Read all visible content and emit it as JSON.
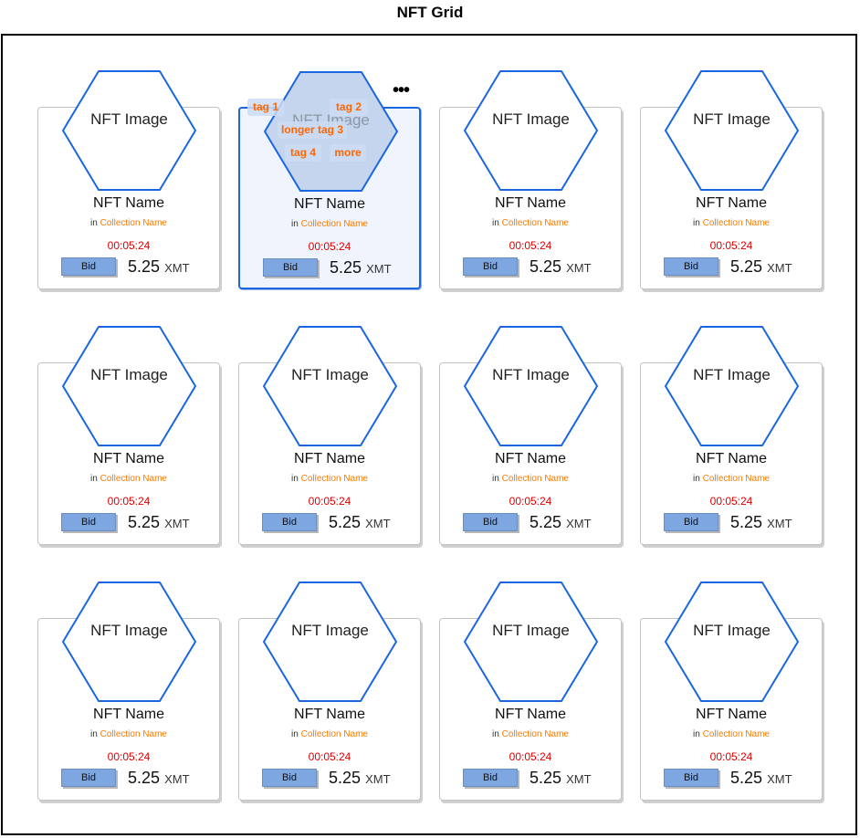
{
  "page": {
    "title": "NFT Grid"
  },
  "hover": {
    "tags": [
      "tag 1",
      "tag 2",
      "longer tag 3",
      "tag 4",
      "more"
    ],
    "more_icon": "•••"
  },
  "colors": {
    "hex_stroke": "#1a66e0",
    "hex_fill_active": "#c5d5ee",
    "collection": "#ff7a00",
    "timer": "#e00000",
    "bid_button": "#7ea6e0"
  },
  "cards": [
    {
      "image_label": "NFT Image",
      "name": "NFT Name",
      "in_label": "in",
      "collection": "Collection Name",
      "timer": "00:05:24",
      "bid_label": "Bid",
      "price": "5.25",
      "currency": "XMT"
    },
    {
      "image_label": "NFT Image",
      "name": "NFT Name",
      "in_label": "in",
      "collection": "Collection Name",
      "timer": "00:05:24",
      "bid_label": "Bid",
      "price": "5.25",
      "currency": "XMT",
      "active": true
    },
    {
      "image_label": "NFT Image",
      "name": "NFT Name",
      "in_label": "in",
      "collection": "Collection Name",
      "timer": "00:05:24",
      "bid_label": "Bid",
      "price": "5.25",
      "currency": "XMT"
    },
    {
      "image_label": "NFT Image",
      "name": "NFT Name",
      "in_label": "in",
      "collection": "Collection Name",
      "timer": "00:05:24",
      "bid_label": "Bid",
      "price": "5.25",
      "currency": "XMT"
    },
    {
      "image_label": "NFT Image",
      "name": "NFT Name",
      "in_label": "in",
      "collection": "Collection Name",
      "timer": "00:05:24",
      "bid_label": "Bid",
      "price": "5.25",
      "currency": "XMT"
    },
    {
      "image_label": "NFT Image",
      "name": "NFT Name",
      "in_label": "in",
      "collection": "Collection Name",
      "timer": "00:05:24",
      "bid_label": "Bid",
      "price": "5.25",
      "currency": "XMT"
    },
    {
      "image_label": "NFT Image",
      "name": "NFT Name",
      "in_label": "in",
      "collection": "Collection Name",
      "timer": "00:05:24",
      "bid_label": "Bid",
      "price": "5.25",
      "currency": "XMT"
    },
    {
      "image_label": "NFT Image",
      "name": "NFT Name",
      "in_label": "in",
      "collection": "Collection Name",
      "timer": "00:05:24",
      "bid_label": "Bid",
      "price": "5.25",
      "currency": "XMT"
    },
    {
      "image_label": "NFT Image",
      "name": "NFT Name",
      "in_label": "in",
      "collection": "Collection Name",
      "timer": "00:05:24",
      "bid_label": "Bid",
      "price": "5.25",
      "currency": "XMT"
    },
    {
      "image_label": "NFT Image",
      "name": "NFT Name",
      "in_label": "in",
      "collection": "Collection Name",
      "timer": "00:05:24",
      "bid_label": "Bid",
      "price": "5.25",
      "currency": "XMT"
    },
    {
      "image_label": "NFT Image",
      "name": "NFT Name",
      "in_label": "in",
      "collection": "Collection Name",
      "timer": "00:05:24",
      "bid_label": "Bid",
      "price": "5.25",
      "currency": "XMT"
    },
    {
      "image_label": "NFT Image",
      "name": "NFT Name",
      "in_label": "in",
      "collection": "Collection Name",
      "timer": "00:05:24",
      "bid_label": "Bid",
      "price": "5.25",
      "currency": "XMT"
    }
  ]
}
